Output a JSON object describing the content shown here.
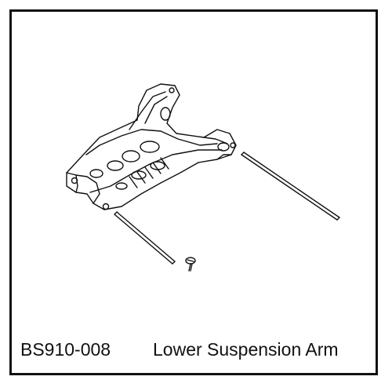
{
  "caption": {
    "part_number": "BS910-008",
    "part_name": "Lower Suspension Arm"
  },
  "colors": {
    "ink": "#111111",
    "paper": "#ffffff"
  },
  "parts": {
    "arm": "suspension-arm",
    "pins": [
      "hinge-pin-short",
      "hinge-pin-long"
    ],
    "fastener": "screw"
  }
}
